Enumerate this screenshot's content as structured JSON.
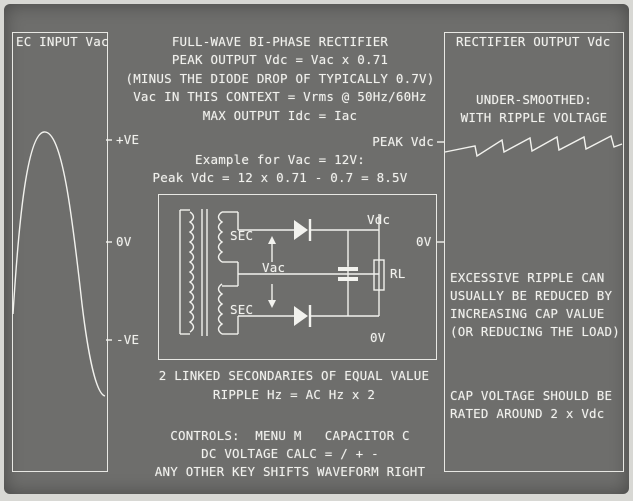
{
  "left_panel": {
    "title": "EC INPUT Vac"
  },
  "right_panel": {
    "title": "RECTIFIER OUTPUT Vdc"
  },
  "center": {
    "title": "FULL-WAVE BI-PHASE RECTIFIER",
    "line2": "PEAK OUTPUT Vdc = Vac x 0.71",
    "line3": "(MINUS THE DIODE DROP OF TYPICALLY 0.7V)",
    "line4": "Vac IN THIS CONTEXT = Vrms @ 50Hz/60Hz",
    "line5": "MAX OUTPUT Idc = Iac",
    "example_title": "Example for Vac = 12V:",
    "example_calc": "Peak Vdc = 12 x 0.71 - 0.7 = 8.5V",
    "secondaries": "2 LINKED SECONDARIES OF EQUAL VALUE",
    "ripple_hz": "RIPPLE Hz = AC Hz x 2",
    "controls1": "CONTROLS:  MENU M   CAPACITOR C",
    "controls2": "DC VOLTAGE CALC = / + -",
    "controls3": "ANY OTHER KEY SHIFTS WAVEFORM RIGHT"
  },
  "scale": {
    "pos": "+VE",
    "zero_left": "0V",
    "neg": "-VE",
    "peak": "PEAK Vdc",
    "zero_right": "0V"
  },
  "circuit": {
    "sec_top": "SEC",
    "sec_bottom": "SEC",
    "vac": "Vac",
    "vdc": "Vdc",
    "rl": "RL",
    "zero": "0V"
  },
  "notes": {
    "under_smoothed": "UNDER-SMOOTHED:",
    "with_ripple": "WITH RIPPLE VOLTAGE",
    "excessive_1": "EXCESSIVE RIPPLE CAN",
    "excessive_2": "USUALLY BE REDUCED BY",
    "excessive_3": "INCREASING CAP VALUE",
    "excessive_4": "(OR REDUCING THE LOAD)",
    "cap_1": "CAP VOLTAGE SHOULD BE",
    "cap_2": "RATED AROUND 2 x Vdc"
  }
}
